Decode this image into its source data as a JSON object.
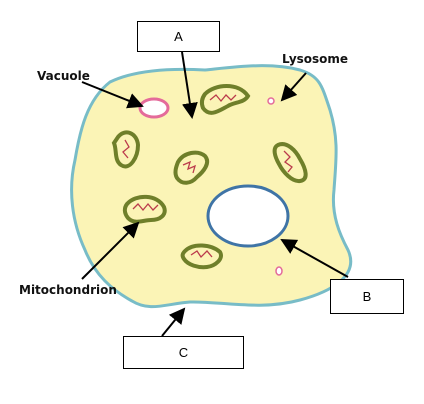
{
  "labels": {
    "vacuole": "Vacuole",
    "lysosome": "Lysosome",
    "mitochondrion": "Mitochondrion"
  },
  "answer_boxes": {
    "a": "A",
    "b": "B",
    "c": "C"
  },
  "colors": {
    "cytoplasm": "#fbf4b6",
    "membrane": "#78bcc7",
    "mitochondrion_outer": "#6f7f2a",
    "mitochondrion_inner": "#bb3b4c",
    "vacuole": "#e46b9a",
    "nucleus_ring": "#3f74a6"
  }
}
